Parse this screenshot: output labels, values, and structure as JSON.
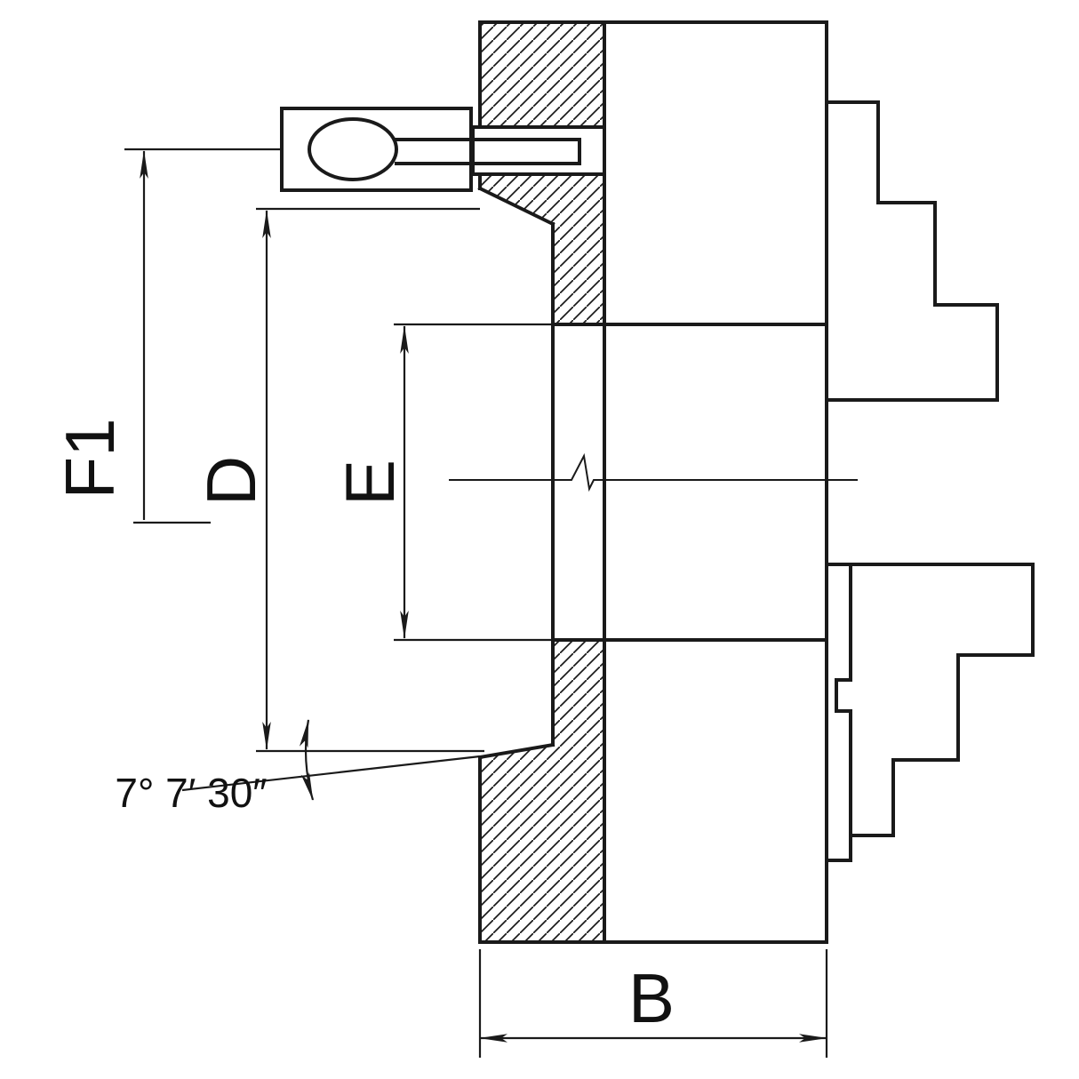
{
  "drawing": {
    "labels": {
      "f1": "F1",
      "d": "D",
      "e": "E",
      "b": "B",
      "taper_angle": "7° 7′ 30″"
    },
    "colors": {
      "line": "#1a1a1a",
      "background": "#ffffff"
    }
  }
}
